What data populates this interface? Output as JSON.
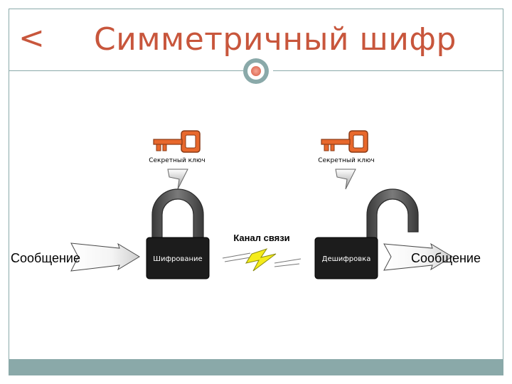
{
  "slide": {
    "back_symbol": "<",
    "title": "Симметричный шифр"
  },
  "diagram": {
    "left_key_label": "Секретный ключ",
    "right_key_label": "Секретный ключ",
    "encrypt_label": "Шифрование",
    "decrypt_label": "Дешифровка",
    "channel_label": "Канал связи",
    "input_message": "Сообщение",
    "output_message": "Сообщение"
  },
  "colors": {
    "accent": "#c8563c",
    "frame": "#8aa9a9",
    "key": "#e8682c",
    "lock_body": "#1c1c1c",
    "shackle": "#555555",
    "lightning": "#f5ec1a"
  }
}
